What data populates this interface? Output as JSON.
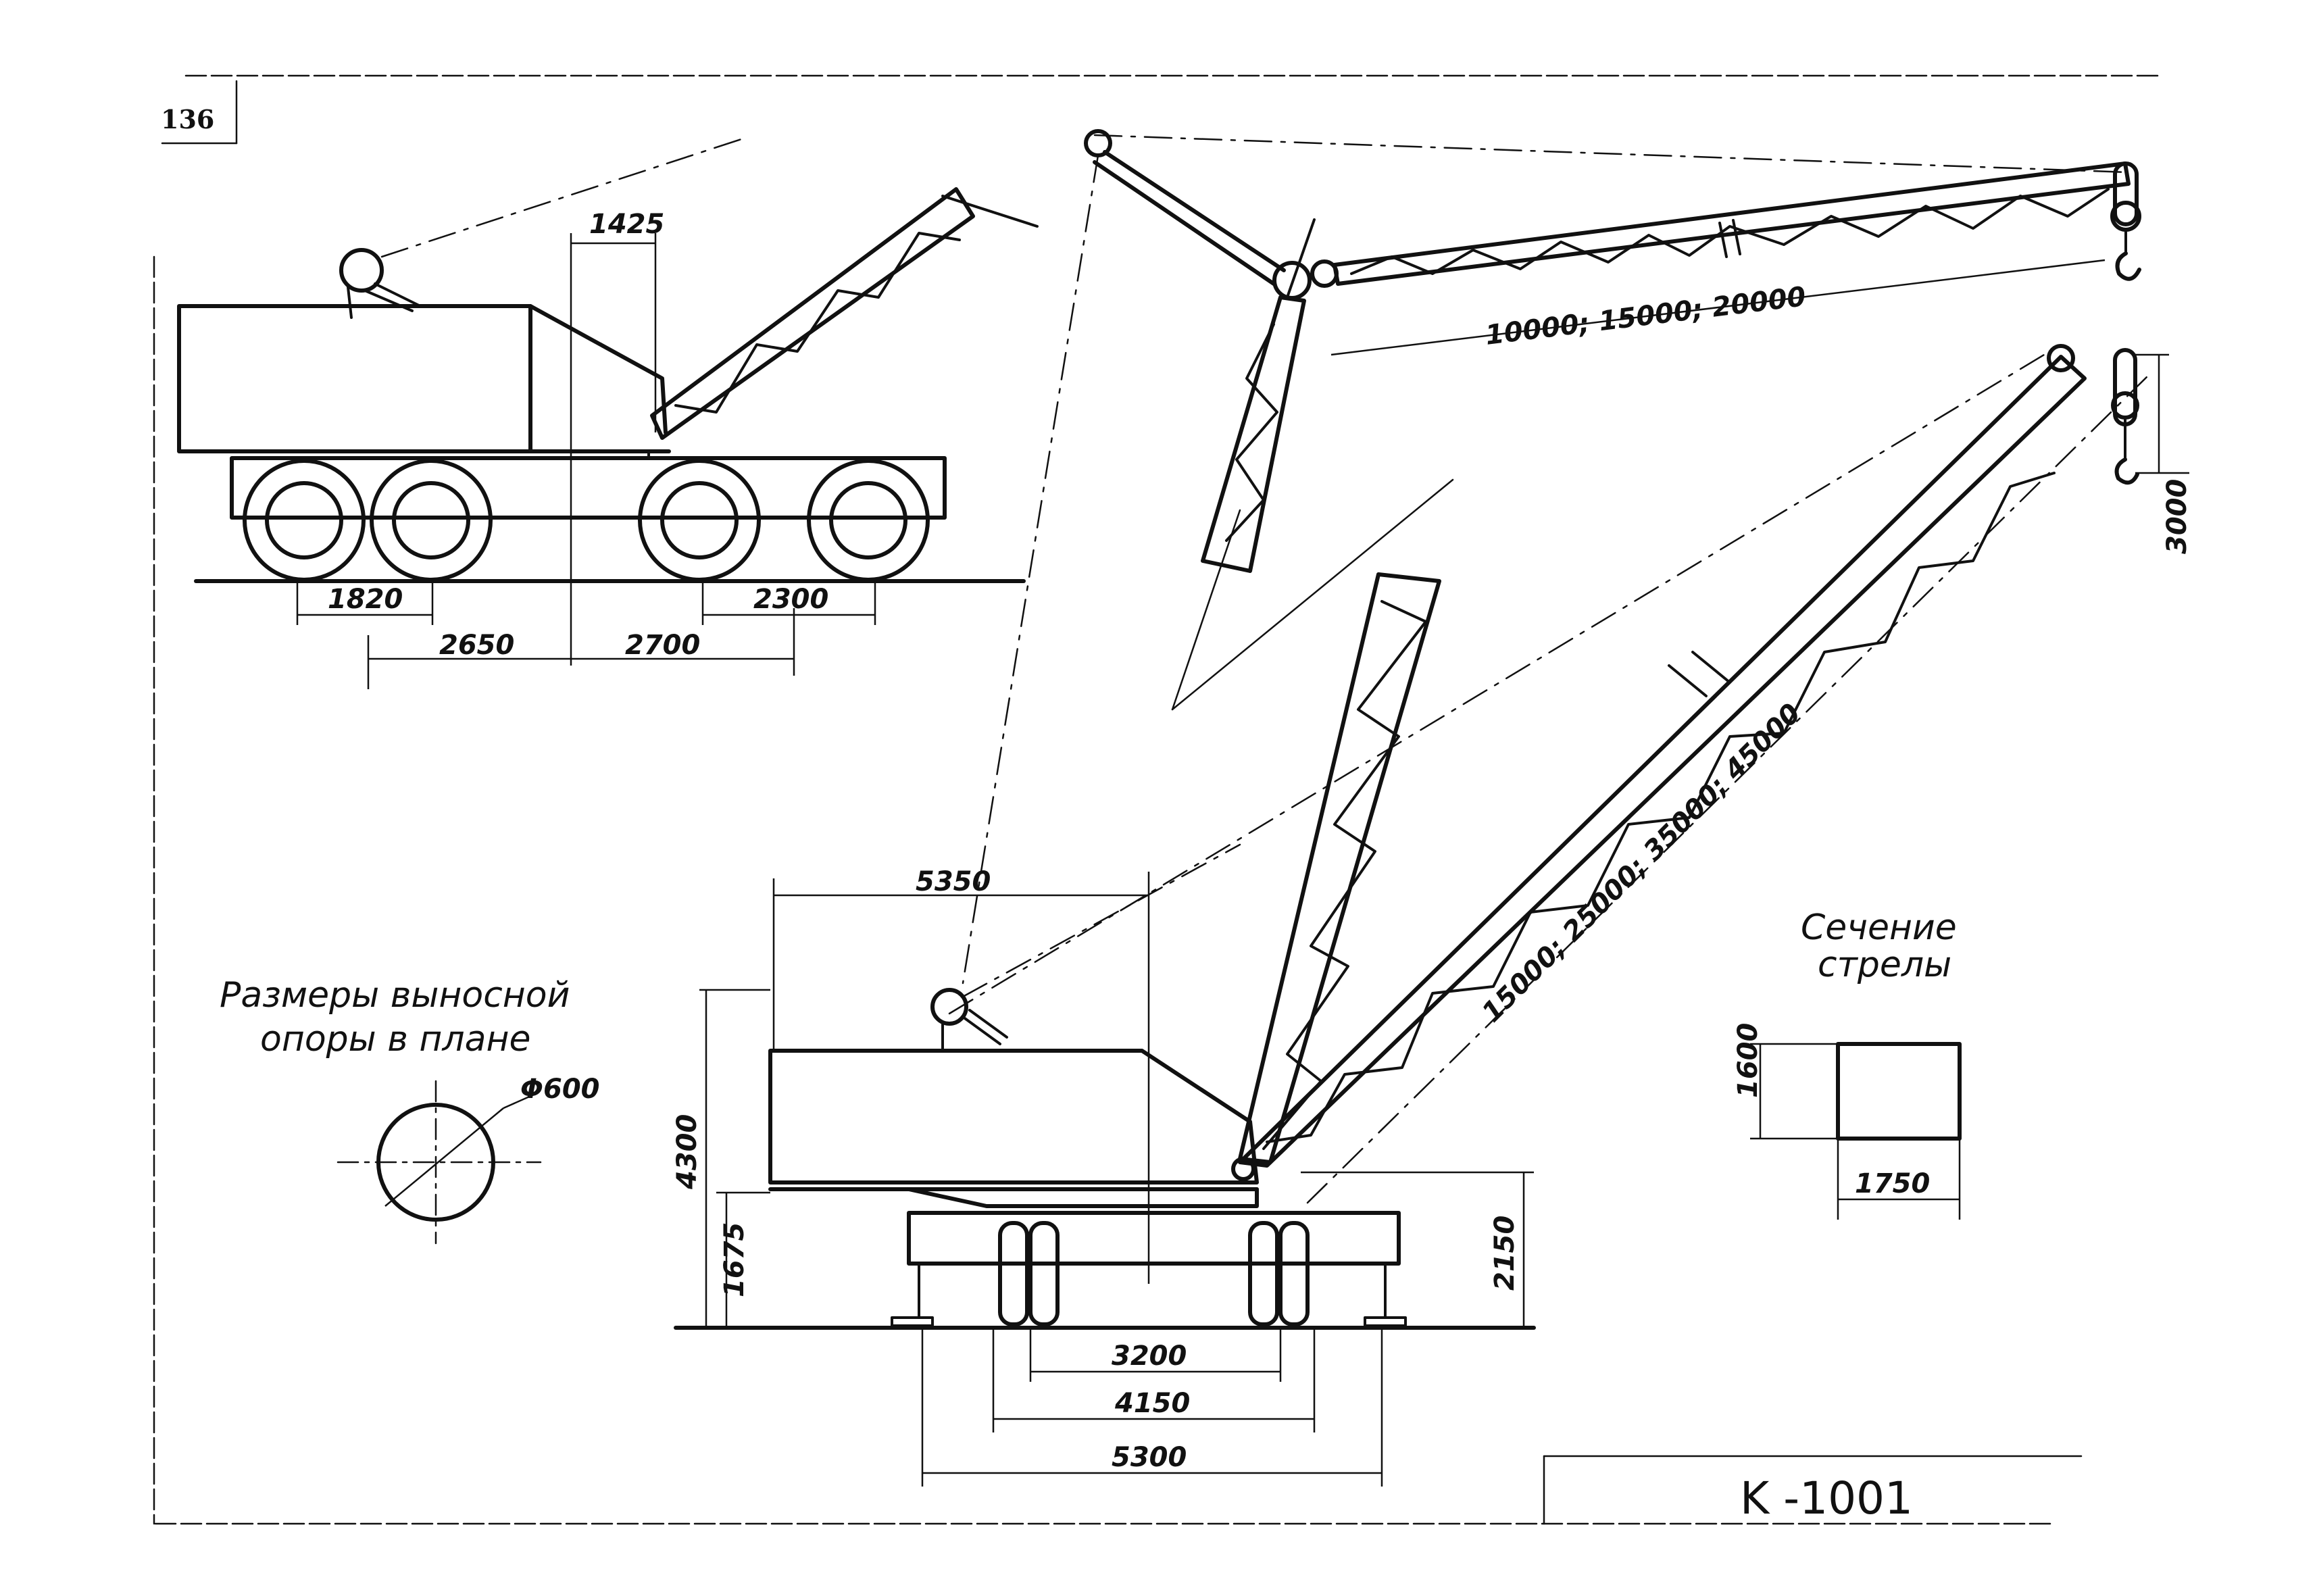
{
  "page_number": "136",
  "title_block": {
    "model": "K -1001"
  },
  "top_crane": {
    "dims": {
      "d1425": "1425",
      "d1820": "1820",
      "d2300": "2300",
      "d2650": "2650",
      "d2700": "2700"
    }
  },
  "boom_short": {
    "length_label": "10000; 15000; 20000"
  },
  "boom_long": {
    "length_label": "15000; 25000; 35000; 45000",
    "hook_dim": "3000"
  },
  "bottom_crane": {
    "dims": {
      "d5350": "5350",
      "d4300": "4300",
      "d1675": "1675",
      "d2150": "2150",
      "d3200": "3200",
      "d4150": "4150",
      "d5300": "5300"
    }
  },
  "outrigger": {
    "caption_line1": "Размеры выносной",
    "caption_line2": "опоры в плане",
    "diameter": "Φ600"
  },
  "section": {
    "caption_line1": "Сечение",
    "caption_line2": "стрелы",
    "height": "1600",
    "width": "1750"
  }
}
